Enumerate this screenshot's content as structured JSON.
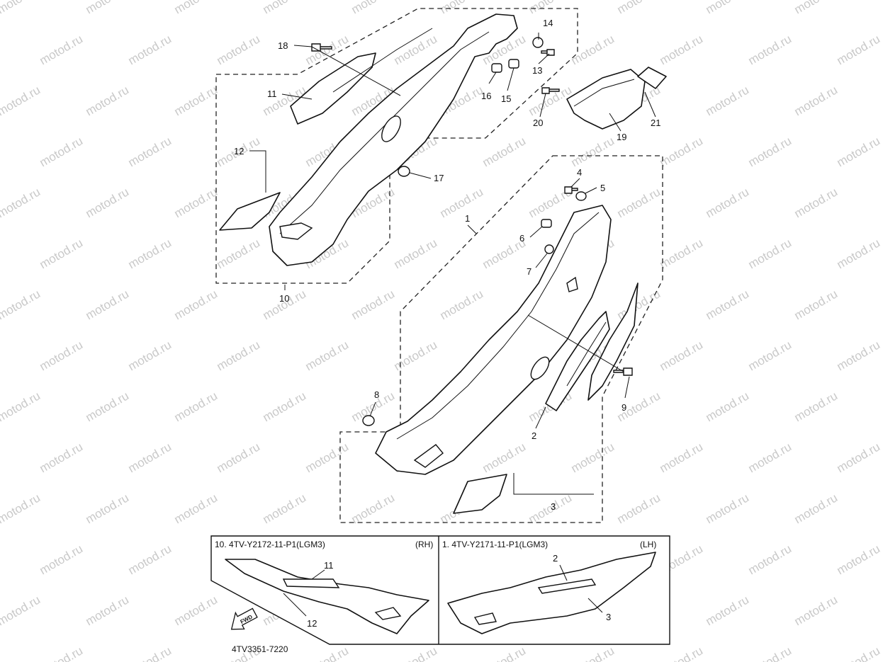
{
  "callouts": {
    "c1": "1",
    "c2": "2",
    "c3": "3",
    "c4": "4",
    "c5": "5",
    "c6": "6",
    "c7": "7",
    "c8": "8",
    "c9": "9",
    "c10": "10",
    "c11": "11",
    "c12": "12",
    "c13": "13",
    "c14": "14",
    "c15": "15",
    "c16": "16",
    "c17": "17",
    "c18": "18",
    "c19": "19",
    "c20": "20",
    "c21": "21"
  },
  "legend": {
    "rh": {
      "heading": "10. 4TV-Y2172-11-P1(LGM3)",
      "side": "(RH)",
      "c11": "11",
      "c12": "12"
    },
    "lh": {
      "heading": "1. 4TV-Y2171-11-P1(LGM3)",
      "side": "(LH)",
      "c2": "2",
      "c3": "3"
    }
  },
  "fwd_label": "FWD",
  "diagram_code": "4TV3351-7220",
  "watermark": "motod.ru"
}
